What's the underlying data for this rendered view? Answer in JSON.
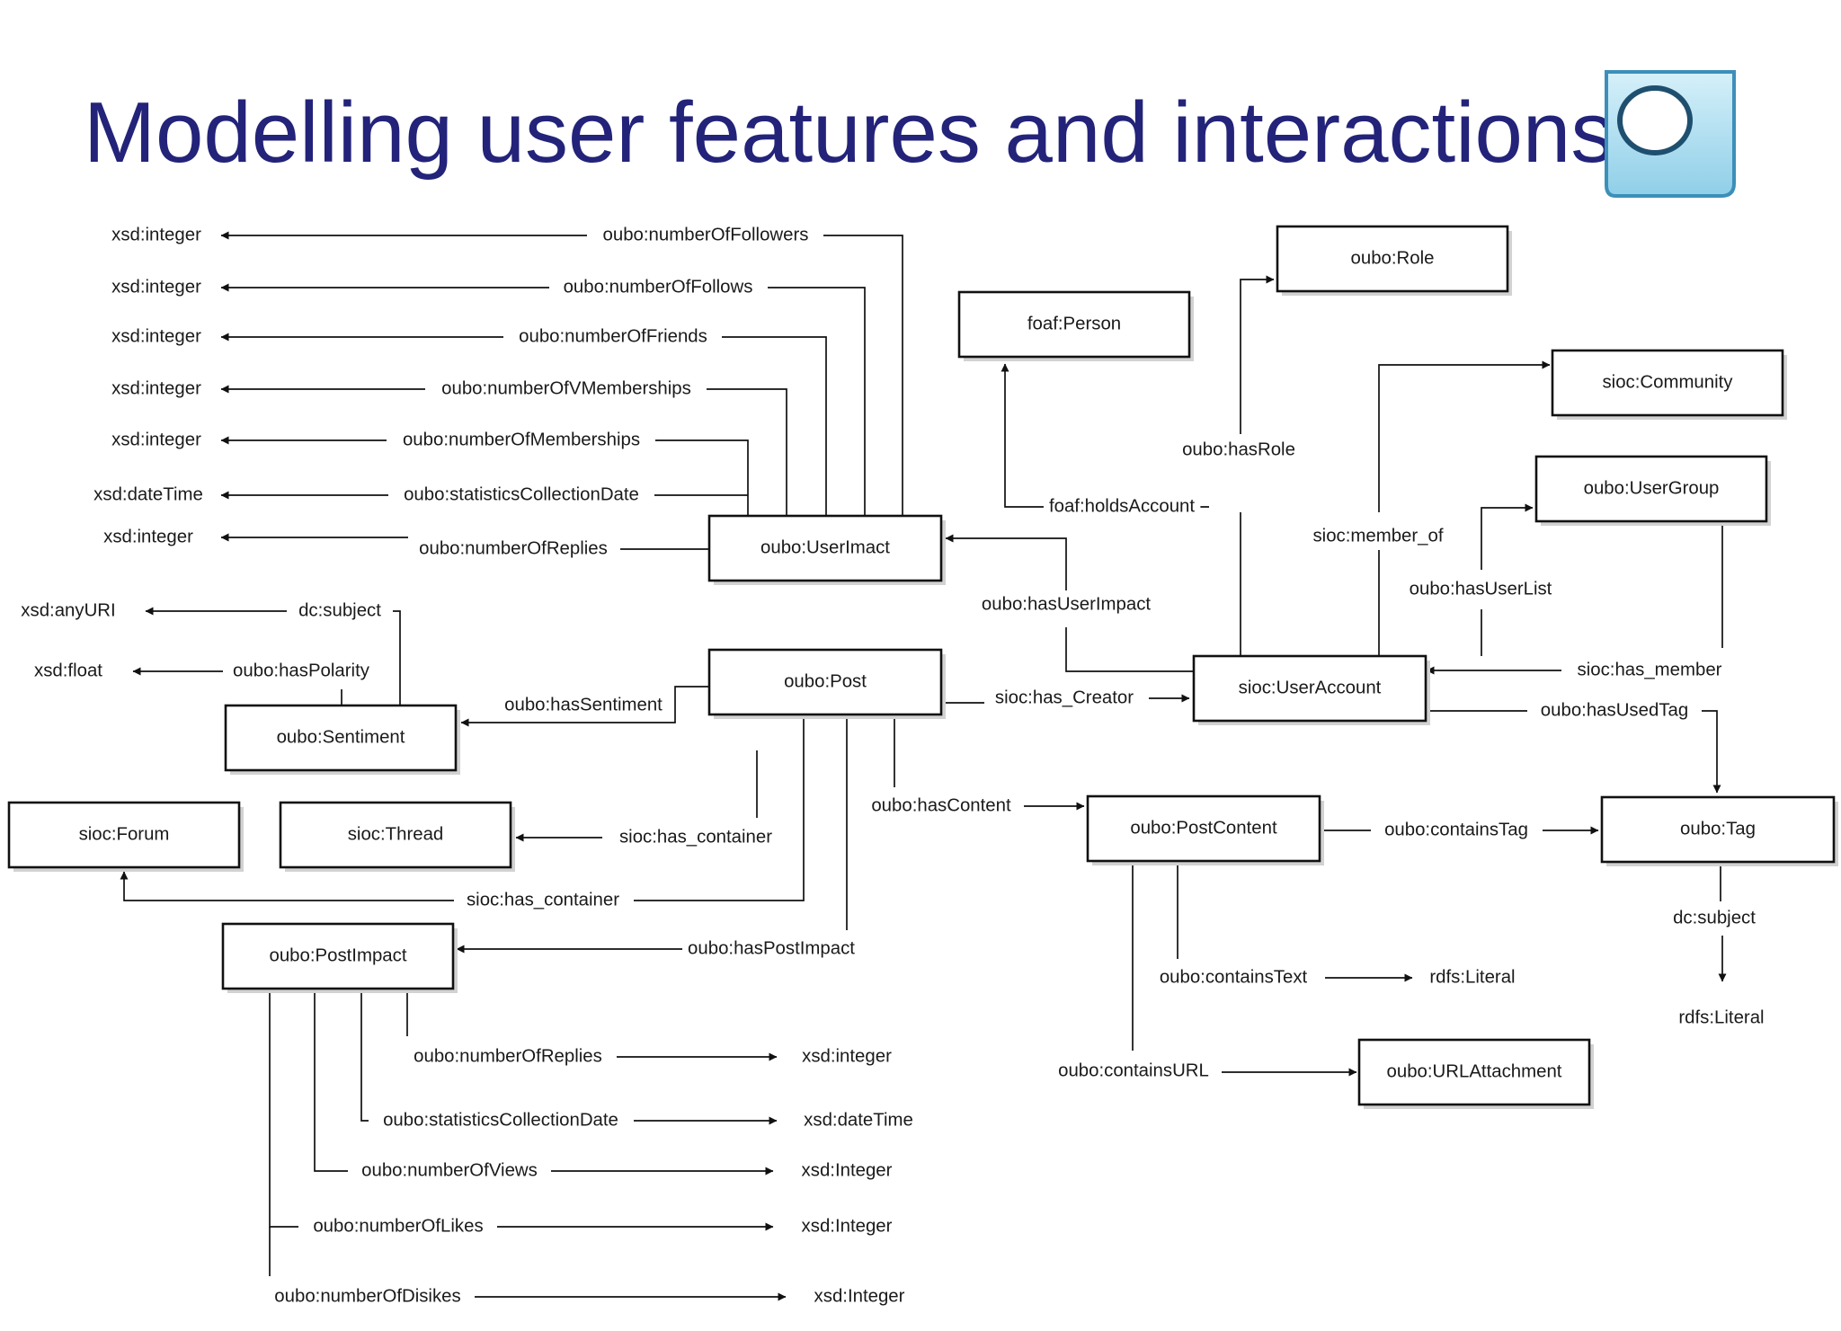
{
  "title": "Modelling user features and interactions",
  "colors": {
    "title": "#23237a",
    "line": "#111111",
    "logo_fill": "#a9dcf0",
    "logo_stroke": "#3d8fb9"
  },
  "logo": {
    "icon": "ring-logo-icon"
  },
  "diagram": {
    "classes": {
      "user_impact": "oubo:UserImact",
      "person": "foaf:Person",
      "role": "oubo:Role",
      "community": "sioc:Community",
      "user_group": "oubo:UserGroup",
      "sentiment": "oubo:Sentiment",
      "post": "oubo:Post",
      "user_account": "sioc:UserAccount",
      "forum": "sioc:Forum",
      "thread": "sioc:Thread",
      "post_content": "oubo:PostContent",
      "tag": "oubo:Tag",
      "post_impact": "oubo:PostImpact",
      "url_attachment": "oubo:URLAttachment"
    },
    "properties": {
      "number_of_followers": "oubo:numberOfFollowers",
      "number_of_follows": "oubo:numberOfFollows",
      "number_of_friends": "oubo:numberOfFriends",
      "number_of_v_memberships": "oubo:numberOfVMemberships",
      "number_of_memberships": "oubo:numberOfMemberships",
      "statistics_collection_date_user": "oubo:statisticsCollectionDate",
      "number_of_replies_user": "oubo:numberOfReplies",
      "dc_subject_sentiment": "dc:subject",
      "has_polarity": "oubo:hasPolarity",
      "has_sentiment": "oubo:hasSentiment",
      "holds_account": "foaf:holdsAccount",
      "has_role": "oubo:hasRole",
      "member_of": "sioc:member_of",
      "has_user_list": "oubo:hasUserList",
      "has_user_impact": "oubo:hasUserImpact",
      "has_member": "sioc:has_member",
      "has_creator": "sioc:has_Creator",
      "has_used_tag": "oubo:hasUsedTag",
      "has_container_thread": "sioc:has_container",
      "has_container_forum": "sioc:has_container",
      "has_content": "oubo:hasContent",
      "contains_tag": "oubo:containsTag",
      "dc_subject_tag": "dc:subject",
      "has_post_impact": "oubo:hasPostImpact",
      "contains_text": "oubo:containsText",
      "contains_url": "oubo:containsURL",
      "number_of_replies_post": "oubo:numberOfReplies",
      "statistics_collection_date_post": "oubo:statisticsCollectionDate",
      "number_of_views": "oubo:numberOfViews",
      "number_of_likes": "oubo:numberOfLikes",
      "number_of_dislikes": "oubo:numberOfDisikes"
    },
    "literals": {
      "followers_type": "xsd:integer",
      "follows_type": "xsd:integer",
      "friends_type": "xsd:integer",
      "v_memberships_type": "xsd:integer",
      "memberships_type": "xsd:integer",
      "stats_date_user_type": "xsd:dateTime",
      "replies_user_type": "xsd:integer",
      "subject_sentiment_type": "xsd:anyURI",
      "polarity_type": "xsd:float",
      "contains_text_type": "rdfs:Literal",
      "tag_subject_type": "rdfs:Literal",
      "replies_post_type": "xsd:integer",
      "stats_date_post_type": "xsd:dateTime",
      "views_type": "xsd:Integer",
      "likes_type": "xsd:Integer",
      "dislikes_type": "xsd:Integer"
    }
  }
}
